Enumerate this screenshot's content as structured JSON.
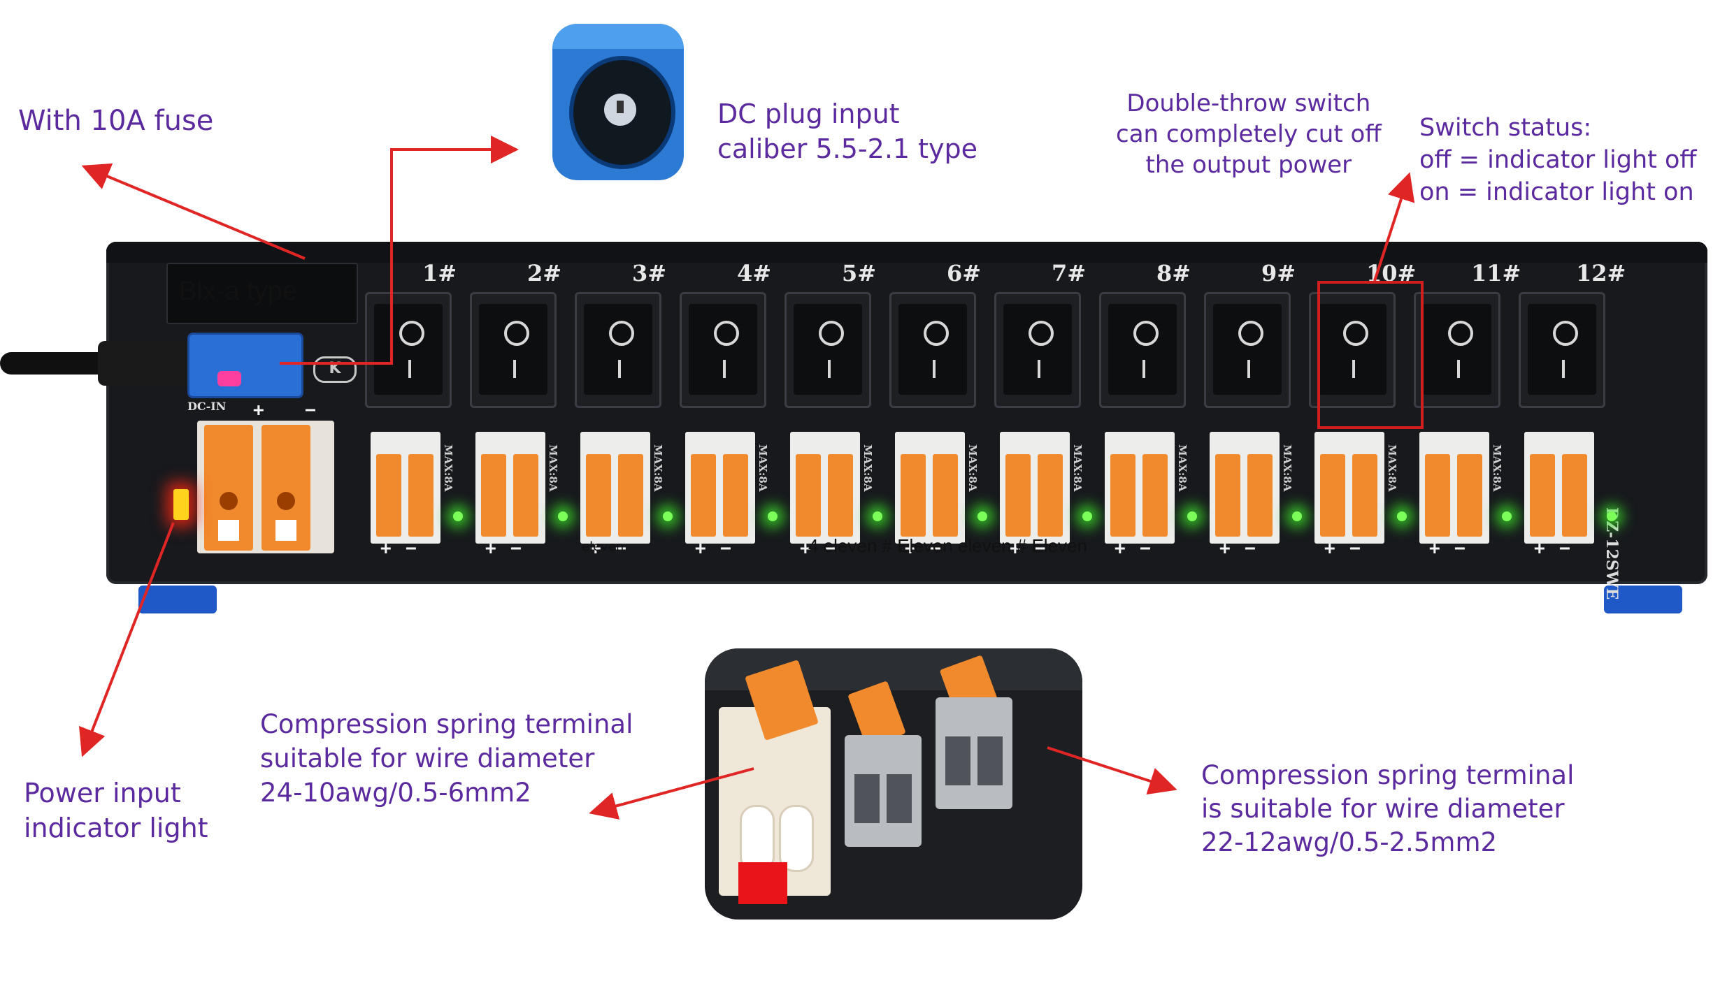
{
  "annotations": {
    "fuse": "With 10A fuse",
    "dc_plug": "DC plug input\ncaliber 5.5-2.1 type",
    "double_throw": "Double-throw switch\ncan completely cut off\nthe output power",
    "switch_status": "Switch status:\noff = indicator light off\non = indicator light on",
    "power_indicator": "Power input\nindicator light",
    "left_terminal": "Compression spring terminal\nsuitable for wire diameter\n24-10awg/0.5-6mm2",
    "right_terminal": "Compression spring terminal\nis suitable for wire diameter\n22-12awg/0.5-2.5mm2",
    "fuse_box_label": "Blx-a type",
    "overlay_text": "4 eleven # Eleven eleven # Eleven",
    "overlay_small": "eleven"
  },
  "board": {
    "channels": [
      "1#",
      "2#",
      "3#",
      "4#",
      "5#",
      "6#",
      "7#",
      "8#",
      "9#",
      "10#",
      "11#",
      "12#"
    ],
    "switch_on_symbol": "O",
    "switch_off_symbol": "I",
    "terminal_rating": "MAX:8A",
    "dc_in_label": "DC-IN",
    "model_label": "DZ-12SWE",
    "plus": "+",
    "minus": "−"
  },
  "colors": {
    "annotation": "#5b2a9e",
    "arrow": "#e02525",
    "board": "#17191d",
    "terminal_lever": "#f08a2c",
    "led": "#5df03a",
    "highlight_box": "#d11f1f"
  }
}
